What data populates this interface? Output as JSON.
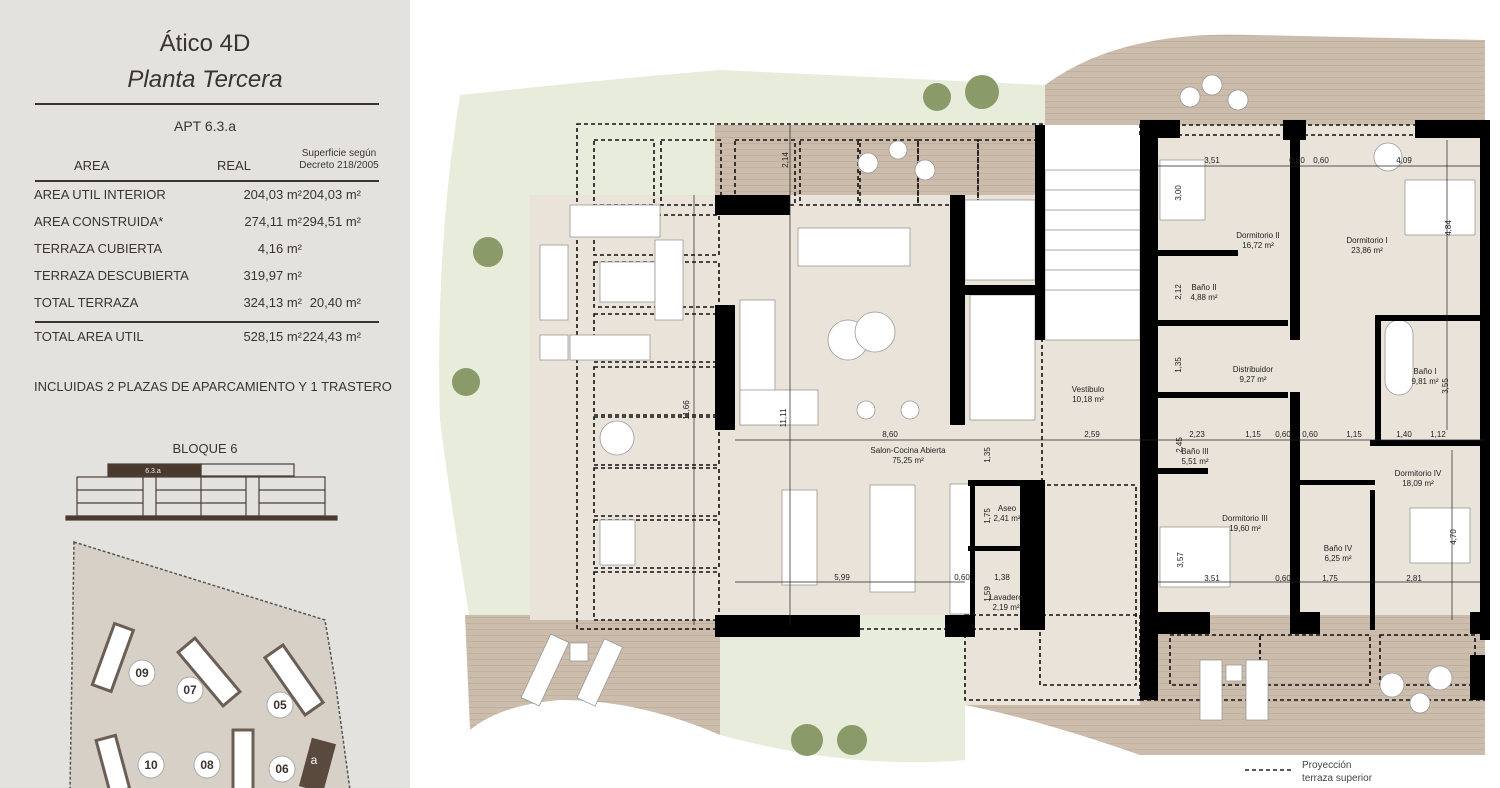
{
  "header": {
    "title": "Ático 4D",
    "subtitle": "Planta Tercera",
    "apartment": "APT 6.3.a"
  },
  "table": {
    "col_area": "AREA",
    "col_real": "REAL",
    "col_decree_line1": "Superficie según",
    "col_decree_line2": "Decreto 218/2005",
    "rows": [
      {
        "label": "AREA UTIL INTERIOR",
        "real": "204,03 m²",
        "decree": "204,03 m²"
      },
      {
        "label": "AREA CONSTRUIDA*",
        "real": "274,11 m²",
        "decree": "294,51 m²"
      },
      {
        "label": "TERRAZA CUBIERTA",
        "real": "4,16 m²",
        "decree": ""
      },
      {
        "label": "TERRAZA DESCUBIERTA",
        "real": "319,97 m²",
        "decree": ""
      },
      {
        "label": "TOTAL TERRAZA",
        "real": "324,13 m²",
        "decree": "20,40 m²"
      }
    ],
    "total": {
      "label": "TOTAL AREA UTIL",
      "real": "528,15 m²",
      "decree": "224,43 m²"
    }
  },
  "note": "INCLUIDAS 2 PLAZAS DE APARCAMIENTO Y 1 TRASTERO",
  "block": {
    "title": "BLOQUE 6",
    "unit_tag": "6.3.a"
  },
  "site_map": {
    "buildings": [
      "09",
      "07",
      "05",
      "10",
      "08",
      "06"
    ],
    "marker": "a"
  },
  "rooms": [
    {
      "name": "Salon-Cocina Abierta",
      "area": "75,25 m²"
    },
    {
      "name": "Vestibulo",
      "area": "10,18 m²"
    },
    {
      "name": "Distribuidor",
      "area": "9,27 m²"
    },
    {
      "name": "Dormitorio II",
      "area": "16,72 m²"
    },
    {
      "name": "Dormitorio I",
      "area": "23,86 m²"
    },
    {
      "name": "Baño II",
      "area": "4,88 m²"
    },
    {
      "name": "Baño I",
      "area": "9,81 m²"
    },
    {
      "name": "Baño III",
      "area": "5,51 m²"
    },
    {
      "name": "Dormitorio III",
      "area": "19,60 m²"
    },
    {
      "name": "Baño IV",
      "area": "6,25 m²"
    },
    {
      "name": "Dormitorio IV",
      "area": "18,09 m²"
    },
    {
      "name": "Aseo",
      "area": "2,41 m²"
    },
    {
      "name": "Lavadero",
      "area": "2,19 m²"
    }
  ],
  "dimensions": [
    "2,14",
    "11,66",
    "11,11",
    "8,60",
    "2,59",
    "1,35",
    "5,99",
    "0,60",
    "1,38",
    "1,75",
    "1,59",
    "3,51",
    "0,60",
    "0,60",
    "4,09",
    "3,00",
    "4,84",
    "2,12",
    "1,35",
    "3,55",
    "2,45",
    "2,23",
    "1,15",
    "0,60",
    "0,60",
    "1,15",
    "1,40",
    "1,12",
    "3,57",
    "3,51",
    "0,60",
    "1,75",
    "2,81",
    "4,70"
  ],
  "legend": {
    "line1": "Proyección",
    "line2": "terraza superior"
  }
}
